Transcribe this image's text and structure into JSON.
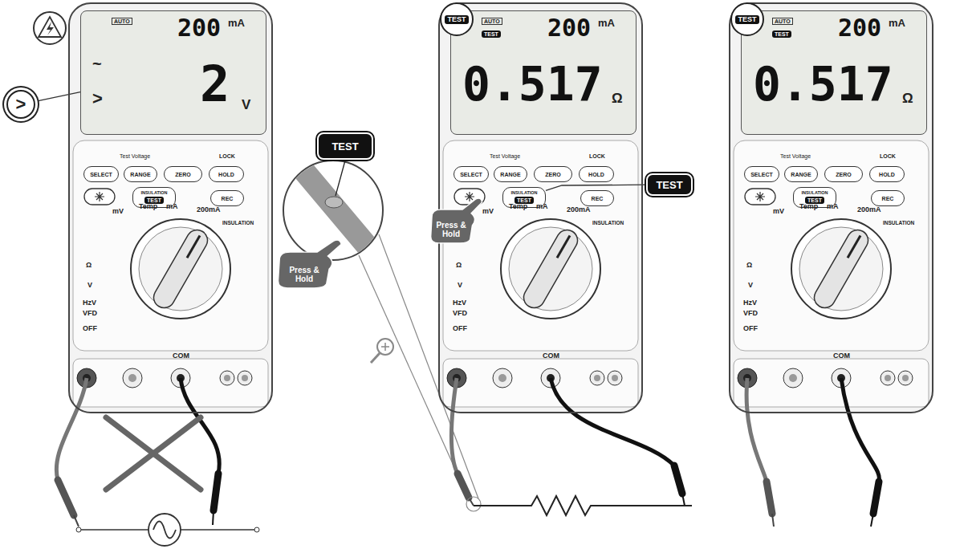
{
  "diagram": {
    "nodes": [
      {
        "text": [
          "Test Voltage",
          "LOCK",
          "OFF",
          "COM",
          "INSULATION"
        ]
      },
      {
        "text": [
          "AUTO",
          "200",
          "mA",
          "~",
          ">",
          "2",
          "V"
        ],
        "in": 0
      },
      {
        "text": [
          "SELECT"
        ],
        "in": 0
      },
      {
        "text": [
          "RANGE"
        ],
        "in": 0
      },
      {
        "text": [
          "ZERO"
        ],
        "in": 0
      },
      {
        "text": [
          "HOLD"
        ],
        "in": 0
      },
      {
        "text": [
          "INSULATION",
          "TEST"
        ],
        "in": 0
      },
      {
        "text": [
          "REC"
        ],
        "in": 0
      },
      {
        "text": [
          "Test Voltage",
          "LOCK",
          "OFF",
          "COM",
          "INSULATION"
        ]
      },
      {
        "text": [
          "AUTO",
          "TEST",
          "200",
          "mA",
          "0.517",
          "Ω"
        ],
        "in": 8
      },
      {
        "text": [
          "SELECT"
        ],
        "in": 8
      },
      {
        "text": [
          "RANGE"
        ],
        "in": 8
      },
      {
        "text": [
          "ZERO"
        ],
        "in": 8
      },
      {
        "text": [
          "HOLD"
        ],
        "in": 8
      },
      {
        "text": [
          "INSULATION",
          "TEST"
        ],
        "in": 8
      },
      {
        "text": [
          "REC"
        ],
        "in": 8
      },
      {
        "text": [
          "Test Voltage",
          "LOCK",
          "OFF",
          "COM",
          "INSULATION"
        ]
      },
      {
        "text": [
          "AUTO",
          "TEST",
          "200",
          "mA",
          "0.517",
          "Ω"
        ],
        "in": 16
      },
      {
        "text": [
          "SELECT"
        ],
        "in": 16
      },
      {
        "text": [
          "RANGE"
        ],
        "in": 16
      },
      {
        "text": [
          "ZERO"
        ],
        "in": 16
      },
      {
        "text": [
          "HOLD"
        ],
        "in": 16
      },
      {
        "text": [
          "INSULATION",
          "TEST"
        ],
        "in": 16
      },
      {
        "text": [
          "REC"
        ],
        "in": 16
      },
      {
        "text": [
          ">"
        ]
      },
      {
        "text": [
          "TEST"
        ]
      },
      {
        "text": [
          "Press & Hold"
        ]
      },
      {
        "text": [
          "TEST"
        ]
      },
      {
        "text": [
          "Press & Hold"
        ]
      },
      {
        "text": [
          "TEST"
        ]
      },
      {
        "text": [
          "TEST"
        ]
      }
    ],
    "edges": [
      {
        "from": 24,
        "to": 1,
        "arrow": "none"
      },
      {
        "from": 29,
        "to": 14,
        "arrow": "none"
      }
    ],
    "labels": [
      "mV",
      "Temp",
      "mA",
      "200mA",
      "Ω",
      "V",
      "HzV",
      "VFD",
      "mV",
      "Temp",
      "mA",
      "200mA",
      "Ω",
      "V",
      "HzV",
      "VFD",
      "mV",
      "Temp",
      "mA",
      "200mA",
      "Ω",
      "V",
      "HzV",
      "VFD"
    ]
  }
}
